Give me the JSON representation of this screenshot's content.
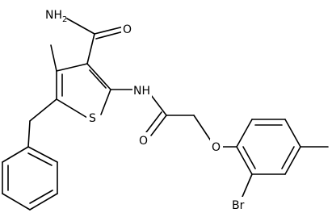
{
  "molecule": {
    "atom_labels": {
      "amide_nh2": "NH2",
      "amide_o": "O",
      "ring_s": "S",
      "linker_nh": "NH",
      "linker_o": "O",
      "ether_o": "O",
      "bromine": "Br"
    }
  }
}
